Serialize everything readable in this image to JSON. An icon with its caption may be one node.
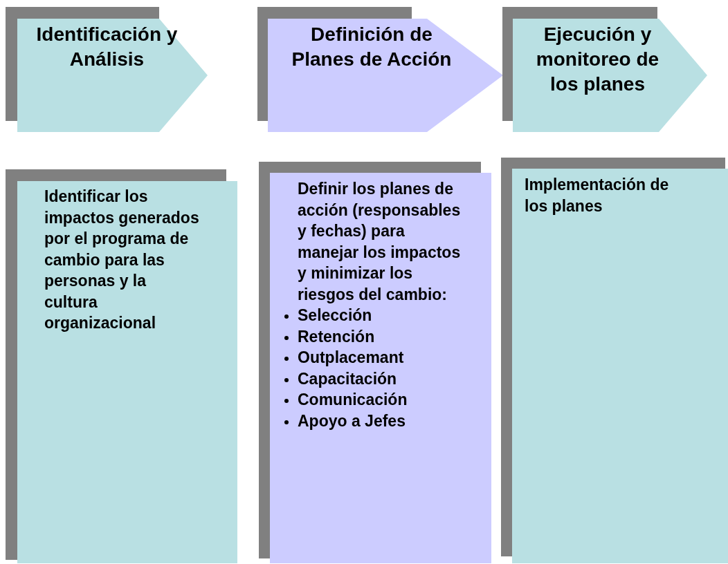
{
  "diagram": {
    "nodes": [
      {
        "text": [
          "Identificación y Análisis"
        ]
      },
      {
        "text": [
          "Definición de Planes de Acción"
        ]
      },
      {
        "text": [
          "Ejecución y monitoreo de los planes"
        ]
      },
      {
        "text": [
          "Identificar los impactos generados por el programa de cambio para las personas y la cultura organizacional"
        ]
      },
      {
        "text": [
          "Definir los planes de acción (responsables y fechas) para manejar los impactos y minimizar los riesgos del cambio:",
          "Selección",
          "Retención",
          "Outplacemant",
          "Capacitación",
          "Comunicación",
          "Apoyo a Jefes"
        ]
      },
      {
        "text": [
          "Implementación de los planes"
        ]
      }
    ]
  }
}
